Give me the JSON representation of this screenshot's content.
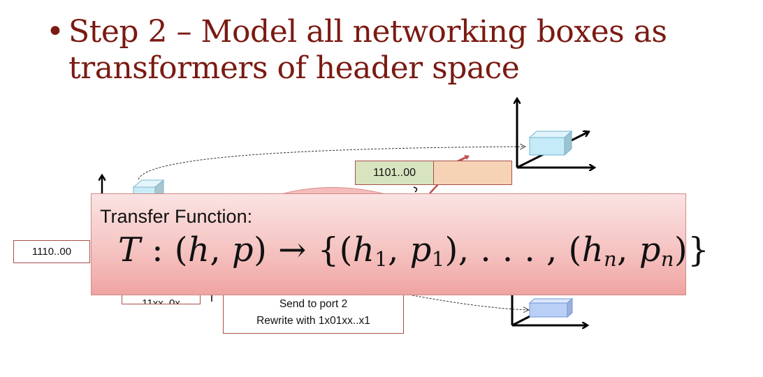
{
  "slide": {
    "bullet": "•",
    "heading_line1": "Step 2 – Model all networking boxes as",
    "heading_line2": "transformers of header space"
  },
  "diagram": {
    "header_boxes": {
      "top_match": "1101..00",
      "left_input": "1110..00",
      "match_pattern": "11xx..0x"
    },
    "action_box": {
      "line1": "Send to port 2",
      "line2": "Rewrite with 1x01xx..x1"
    },
    "colors": {
      "title_text": "#7a1a12",
      "box_border": "#a8504a",
      "match_green": "#d8e4bf",
      "action_orange": "#f6d3b5",
      "cube_light_blue": "#c9ecf8",
      "cube_blue": "#b9cff5",
      "panel_top": "#fbe3e3",
      "panel_bottom": "#f0a4a2"
    }
  },
  "transfer_function": {
    "title": "Transfer Function:",
    "formula_text": "T : (h, p) → {(h1, p1), . . . , (hn, pn)}"
  }
}
